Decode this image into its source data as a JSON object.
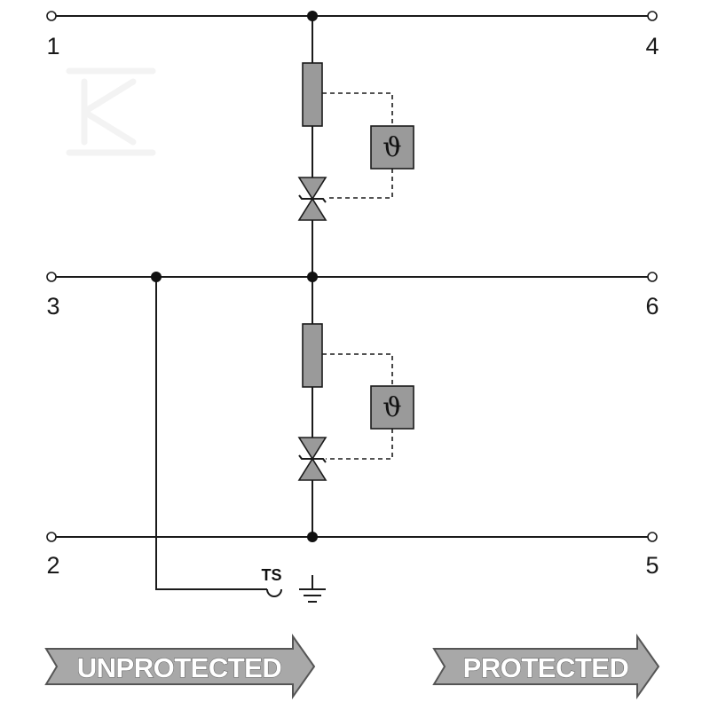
{
  "terminals": {
    "t1": "1",
    "t2": "2",
    "t3": "3",
    "t4": "4",
    "t5": "5",
    "t6": "6"
  },
  "thermal_symbol": "ϑ",
  "thermal_switch_label": "TS",
  "arrows": {
    "unprotected": "UNPROTECTED",
    "protected": "PROTECTED"
  },
  "colors": {
    "component_fill": "#9a9a9a",
    "arrow_fill": "#a8a8a8",
    "line": "#1a1a1a"
  }
}
